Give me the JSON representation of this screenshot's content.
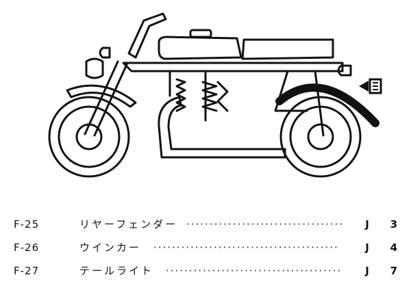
{
  "parts": [
    {
      "code": "F-25",
      "name": "リヤーフェンダー",
      "section": "J",
      "page": "3"
    },
    {
      "code": "F-26",
      "name": "ウインカー",
      "section": "J",
      "page": "4"
    },
    {
      "code": "F-27",
      "name": "テールライト",
      "section": "J",
      "page": "7"
    }
  ],
  "colors": {
    "ink": "#111111",
    "background": "#ffffff"
  }
}
